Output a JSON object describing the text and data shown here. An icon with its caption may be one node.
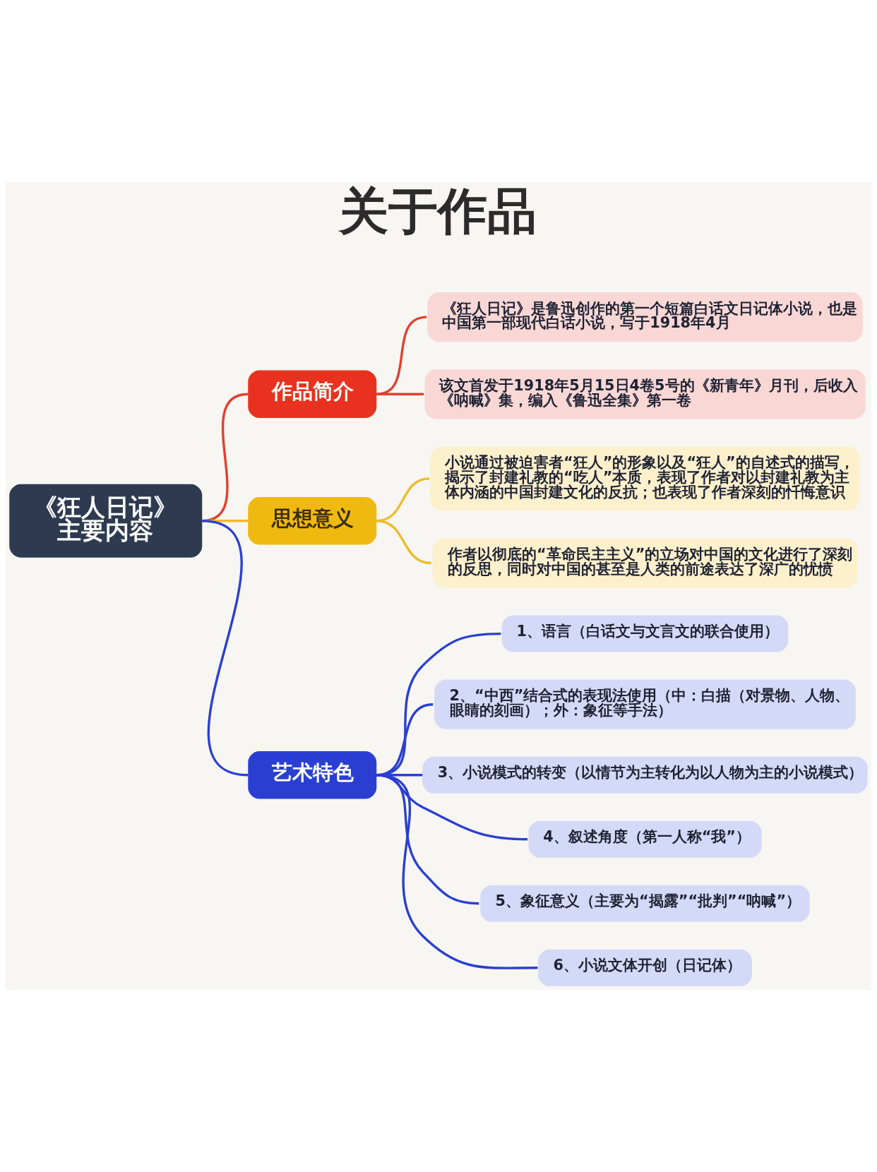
{
  "diagram": {
    "title": "关于作品",
    "nodes": [
      {
        "text": [
          "《狂人日记》主要内容"
        ]
      },
      {
        "text": [
          "作品简介"
        ]
      },
      {
        "text": [
          "《狂人日记》是鲁迅创作的第一个短篇白话文日记体小说，也是中国第一部现代白话小说，写于1918年4月"
        ]
      },
      {
        "text": [
          "该文首发于1918年5月15日4卷5号的《新青年》月刊，后收入《呐喊》集，编入《鲁迅全集》第一卷"
        ]
      },
      {
        "text": [
          "思想意义"
        ]
      },
      {
        "text": [
          "小说通过被迫害者“狂人”的形象以及“狂人”的自述式的描写，揭示了封建礼教的“吃人”本质，表现了作者对以封建礼教为主体内涵的中国封建文化的反抗；也表现了作者深刻的忏悔意识"
        ]
      },
      {
        "text": [
          "作者以彻底的“革命民主主义”的立场对中国的文化进行了深刻的反思，同时对中国的甚至是人类的前途表达了深广的忧愤"
        ]
      },
      {
        "text": [
          "艺术特色"
        ]
      },
      {
        "text": [
          "1、语言（白话文与文言文的联合使用）"
        ]
      },
      {
        "text": [
          "2、“中西”结合式的表现法使用（中：白描（对景物、人物、眼睛的刻画）；外：象征等手法）"
        ]
      },
      {
        "text": [
          "3、小说模式的转变（以情节为主转化为以人物为主的小说模式）"
        ]
      },
      {
        "text": [
          "4、叙述角度（第一人称“我”）"
        ]
      },
      {
        "text": [
          "5、象征意义（主要为“揭露”“批判”“呐喊”）"
        ]
      },
      {
        "text": [
          "6、小说文体开创（日记体）"
        ]
      }
    ],
    "edges": [
      {
        "from": 0,
        "to": 1,
        "arrow": "none",
        "color": "#e0402e"
      },
      {
        "from": 0,
        "to": 4,
        "arrow": "none",
        "color": "#eebc2c"
      },
      {
        "from": 0,
        "to": 7,
        "arrow": "none"
      },
      {
        "from": 1,
        "to": 2,
        "arrow": "none",
        "color": "#e0402e"
      },
      {
        "from": 1,
        "to": 3,
        "arrow": "none",
        "color": "#e0402e"
      },
      {
        "from": 4,
        "to": 5,
        "arrow": "none",
        "color": "#eebc2c"
      },
      {
        "from": 4,
        "to": 6,
        "arrow": "none",
        "color": "#eebc2c"
      },
      {
        "from": 7,
        "to": 8,
        "arrow": "none"
      },
      {
        "from": 7,
        "to": 9,
        "arrow": "none"
      },
      {
        "from": 7,
        "to": 10,
        "arrow": "none"
      },
      {
        "from": 7,
        "to": 11,
        "arrow": "none"
      },
      {
        "from": 7,
        "to": 12,
        "arrow": "none"
      },
      {
        "from": 7,
        "to": 13,
        "arrow": "none"
      }
    ]
  }
}
